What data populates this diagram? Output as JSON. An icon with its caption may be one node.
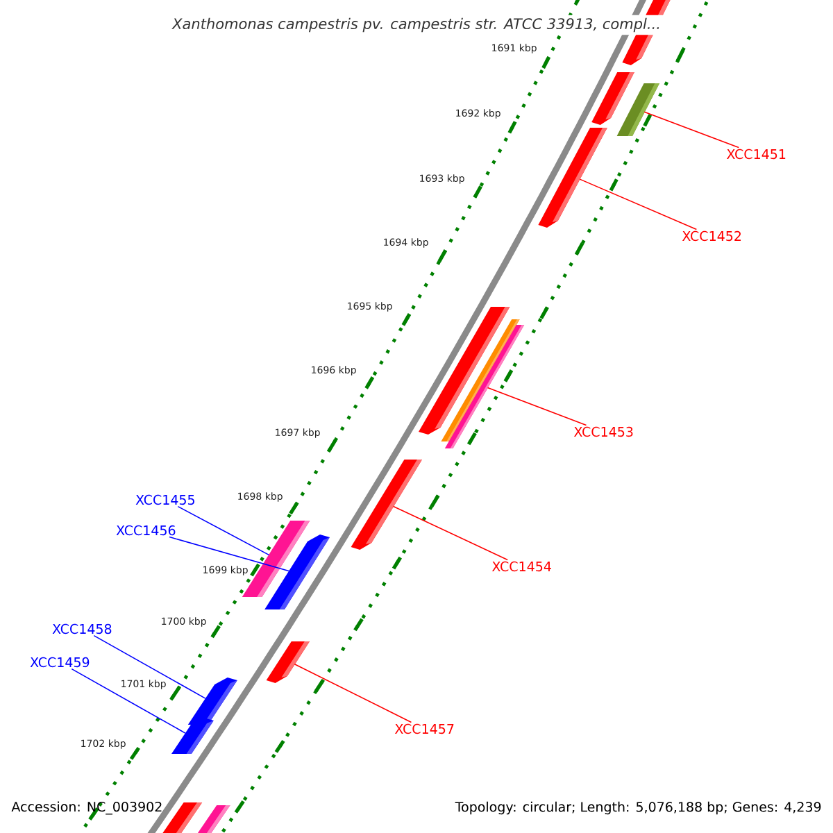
{
  "diagram": {
    "title": "Xanthomonas campestris pv. campestris str. ATCC 33913, compl...",
    "nodes": [
      {
        "text": [
          "XCC1451"
        ]
      },
      {
        "text": [
          "XCC1452"
        ]
      },
      {
        "text": [
          "XCC1453"
        ]
      },
      {
        "text": [
          "XCC1454"
        ]
      },
      {
        "text": [
          "XCC1455"
        ]
      },
      {
        "text": [
          "XCC1456"
        ]
      },
      {
        "text": [
          "XCC1457"
        ]
      },
      {
        "text": [
          "XCC1458"
        ]
      },
      {
        "text": [
          "XCC1459"
        ]
      },
      {
        "text": [],
        "shape": "bar"
      },
      {
        "text": [],
        "shape": "bar"
      },
      {
        "text": [],
        "shape": "bar"
      },
      {
        "text": [],
        "shape": "bar"
      },
      {
        "text": [],
        "shape": "bar"
      },
      {
        "text": [],
        "shape": "bar"
      },
      {
        "text": [],
        "shape": "bar"
      },
      {
        "text": [],
        "shape": "bar"
      },
      {
        "text": [],
        "shape": "bar"
      },
      {
        "text": [],
        "shape": "bar"
      },
      {
        "text": [],
        "shape": "bar"
      },
      {
        "text": [],
        "shape": "bar"
      },
      {
        "text": [],
        "shape": "bar"
      },
      {
        "text": [],
        "shape": "bar"
      },
      {
        "text": [],
        "shape": "bar"
      }
    ],
    "edges": [
      {
        "from": 0,
        "to": 11,
        "arrow": "none"
      },
      {
        "from": 1,
        "to": 12,
        "arrow": "none"
      },
      {
        "from": 2,
        "to": 15,
        "arrow": "none"
      },
      {
        "from": 3,
        "to": 16,
        "arrow": "none"
      },
      {
        "from": 4,
        "to": 17,
        "arrow": "none",
        "color": "#0000ff"
      },
      {
        "from": 5,
        "to": 18,
        "arrow": "none",
        "color": "#0000ff"
      },
      {
        "from": 6,
        "to": 19,
        "arrow": "none"
      },
      {
        "from": 7,
        "to": 20,
        "arrow": "none",
        "color": "#0000ff"
      },
      {
        "from": 8,
        "to": 21,
        "arrow": "none",
        "color": "#0000ff"
      }
    ],
    "labels": [
      "1691 kbp",
      "1692 kbp",
      "1693 kbp",
      "1694 kbp",
      "1695 kbp",
      "1696 kbp",
      "1697 kbp",
      "1698 kbp",
      "1699 kbp",
      "1700 kbp",
      "1701 kbp",
      "1702 kbp",
      "Accession: NC_003902",
      "Topology: circular; Length: 5,076,188 bp; Genes: 4,239"
    ]
  }
}
